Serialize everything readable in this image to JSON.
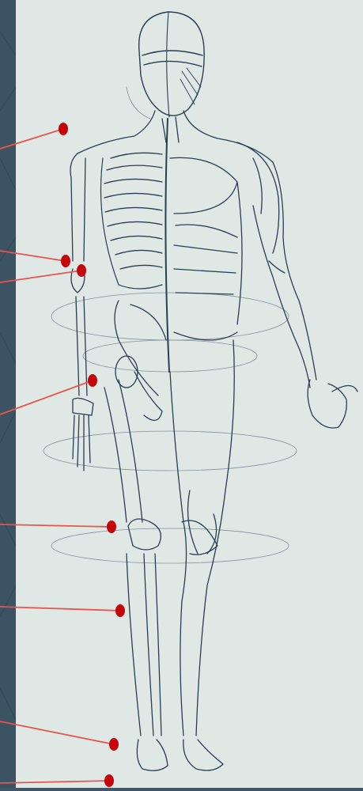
{
  "colors": {
    "panel": "#3b5362",
    "paper": "#dfe8e4",
    "ink": "#2b3c55",
    "leader_line": "#e8554c",
    "marker": "#c4060b"
  },
  "figure": {
    "subject": "anatomical-sketch",
    "split": "skeleton-left-muscles-right"
  },
  "markers": [
    {
      "id": "marker-1",
      "label": ""
    },
    {
      "id": "marker-2",
      "label": ""
    },
    {
      "id": "marker-3",
      "label": ""
    },
    {
      "id": "marker-4",
      "label": ""
    },
    {
      "id": "marker-5",
      "label": ""
    },
    {
      "id": "marker-6",
      "label": ""
    },
    {
      "id": "marker-7",
      "label": ""
    },
    {
      "id": "marker-8",
      "label": ""
    }
  ]
}
